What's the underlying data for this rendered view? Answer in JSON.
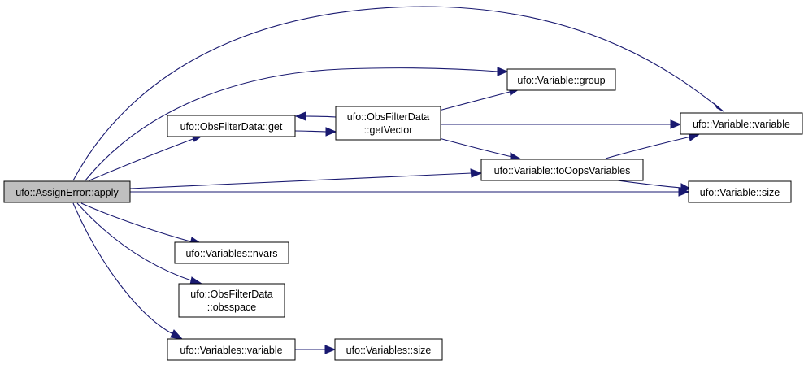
{
  "nodes": {
    "apply": {
      "lines": [
        "ufo::AssignError::apply"
      ]
    },
    "obsGet": {
      "lines": [
        "ufo::ObsFilterData::get"
      ]
    },
    "getVector": {
      "lines": [
        "ufo::ObsFilterData",
        "::getVector"
      ]
    },
    "group": {
      "lines": [
        "ufo::Variable::group"
      ]
    },
    "varVariable": {
      "lines": [
        "ufo::Variable::variable"
      ]
    },
    "toOops": {
      "lines": [
        "ufo::Variable::toOopsVariables"
      ]
    },
    "varSize": {
      "lines": [
        "ufo::Variable::size"
      ]
    },
    "nvars": {
      "lines": [
        "ufo::Variables::nvars"
      ]
    },
    "obsspace": {
      "lines": [
        "ufo::ObsFilterData",
        "::obsspace"
      ]
    },
    "varsVariable": {
      "lines": [
        "ufo::Variables::variable"
      ]
    },
    "varsSize": {
      "lines": [
        "ufo::Variables::size"
      ]
    }
  },
  "edges": [
    {
      "from": "apply",
      "to": "varVariable"
    },
    {
      "from": "apply",
      "to": "group"
    },
    {
      "from": "apply",
      "to": "obsGet"
    },
    {
      "from": "apply",
      "to": "toOops"
    },
    {
      "from": "apply",
      "to": "varSize"
    },
    {
      "from": "apply",
      "to": "nvars"
    },
    {
      "from": "apply",
      "to": "obsspace"
    },
    {
      "from": "apply",
      "to": "varsVariable"
    },
    {
      "from": "obsGet",
      "to": "getVector"
    },
    {
      "from": "getVector",
      "to": "obsGet"
    },
    {
      "from": "getVector",
      "to": "group"
    },
    {
      "from": "getVector",
      "to": "varVariable"
    },
    {
      "from": "getVector",
      "to": "toOops"
    },
    {
      "from": "toOops",
      "to": "varVariable"
    },
    {
      "from": "toOops",
      "to": "varSize"
    },
    {
      "from": "varsVariable",
      "to": "varsSize"
    }
  ],
  "colors": {
    "edge": "#191970",
    "root_fill": "#bfbfbf",
    "node_fill": "#ffffff"
  }
}
